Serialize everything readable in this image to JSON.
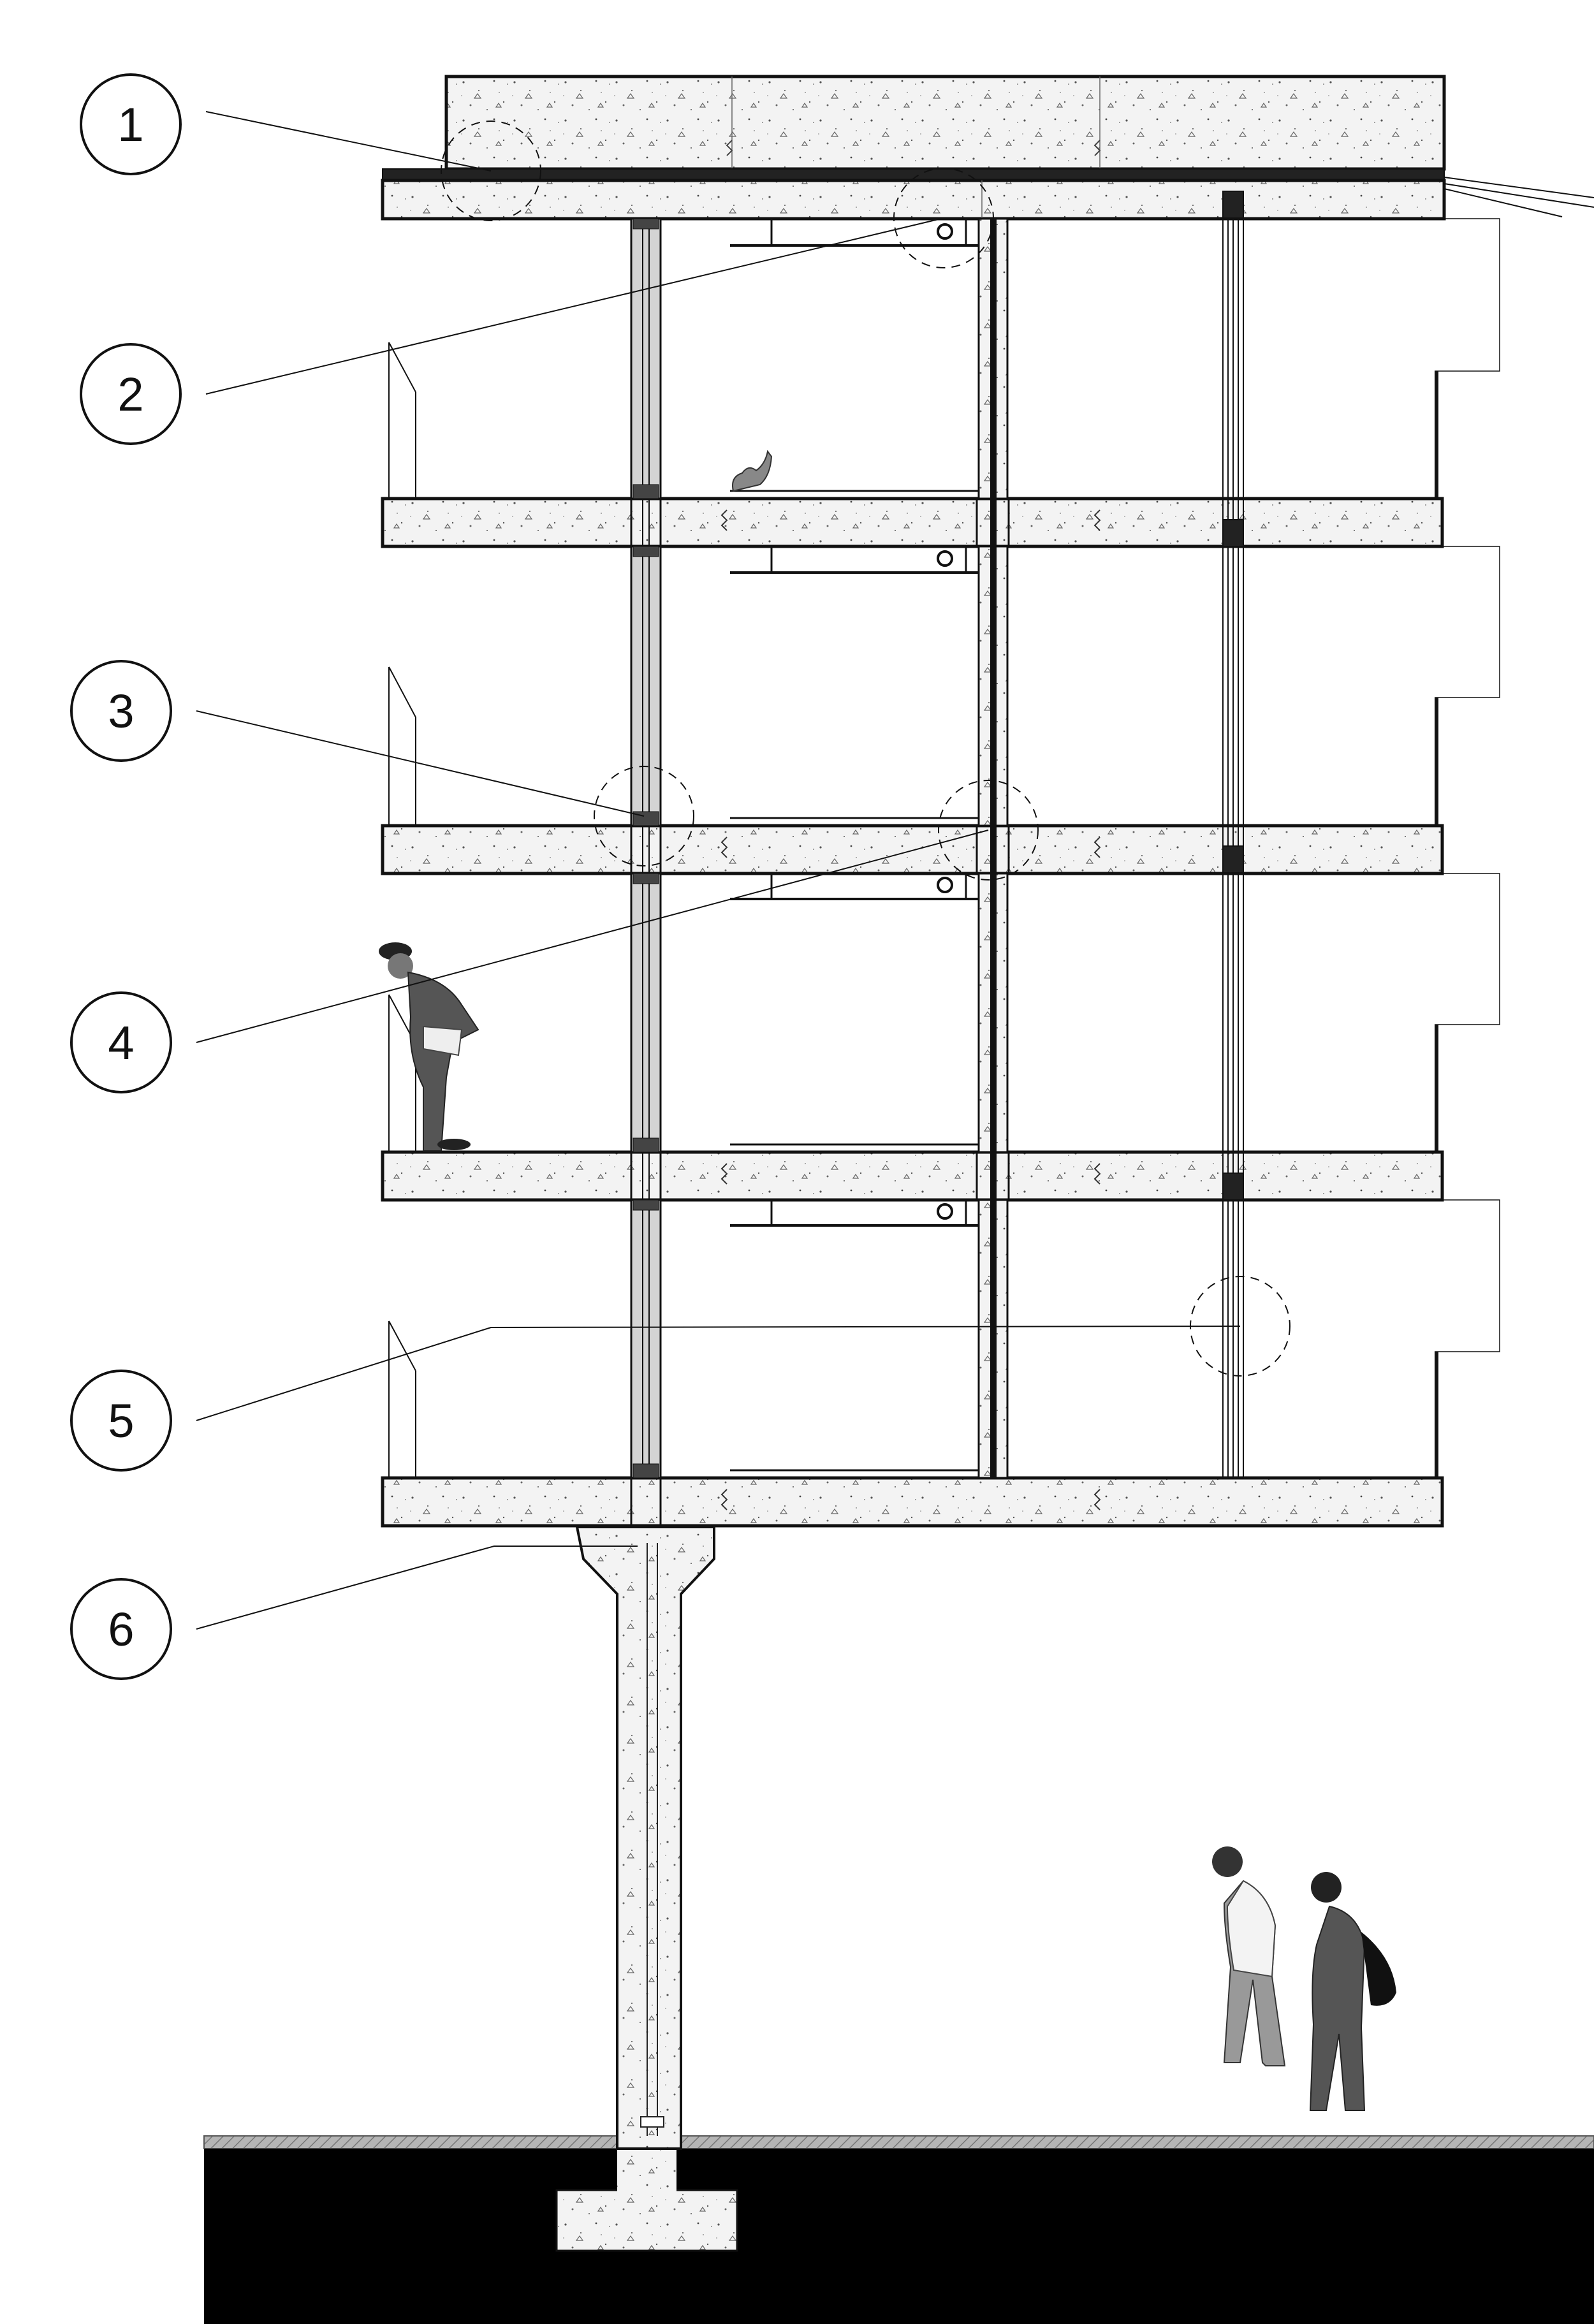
{
  "callouts": [
    {
      "label": "1",
      "target": [
        770,
        268
      ],
      "detail": [
        770,
        268
      ]
    },
    {
      "label": "2",
      "target": [
        1480,
        342
      ],
      "detail": [
        1480,
        342
      ]
    },
    {
      "label": "3",
      "target": [
        1010,
        1280
      ],
      "detail": [
        1010,
        1280
      ]
    },
    {
      "label": "4",
      "target": [
        1550,
        1302
      ],
      "detail": [
        1550,
        1302
      ]
    },
    {
      "label": "5",
      "target": [
        1945,
        2080
      ],
      "detail": [
        1945,
        2080
      ]
    },
    {
      "label": "6",
      "target": [
        1000,
        2425
      ],
      "detail": null
    }
  ],
  "colors": {
    "line": "#111111",
    "concrete": "#efefef",
    "ground": "#000000",
    "ground_hatch": "#888888",
    "glass": "#d4d4d4"
  }
}
